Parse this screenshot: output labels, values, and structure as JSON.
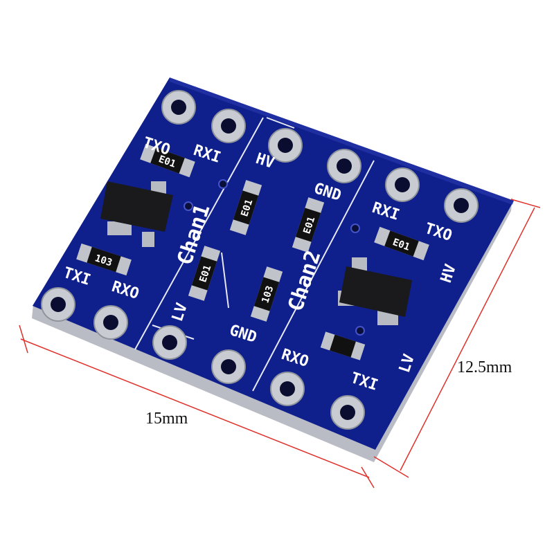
{
  "dimensions": {
    "width_label": "15mm",
    "height_label": "12.5mm",
    "line_color": "#e0302a"
  },
  "board": {
    "color": "#0f1f8c",
    "pin_top": [
      "TXO",
      "RXI",
      "HV",
      "GND",
      "RXI",
      "TXO"
    ],
    "pin_bottom": [
      "TXI",
      "RXO",
      "LV",
      "GND",
      "RXO",
      "TXI"
    ],
    "channel_labels": [
      "Chan1",
      "Chan2"
    ],
    "side_labels": [
      "HV",
      "LV"
    ],
    "resistor_codes": [
      "E01",
      "E01",
      "E01",
      "103",
      "E01",
      "103",
      "E01"
    ]
  }
}
